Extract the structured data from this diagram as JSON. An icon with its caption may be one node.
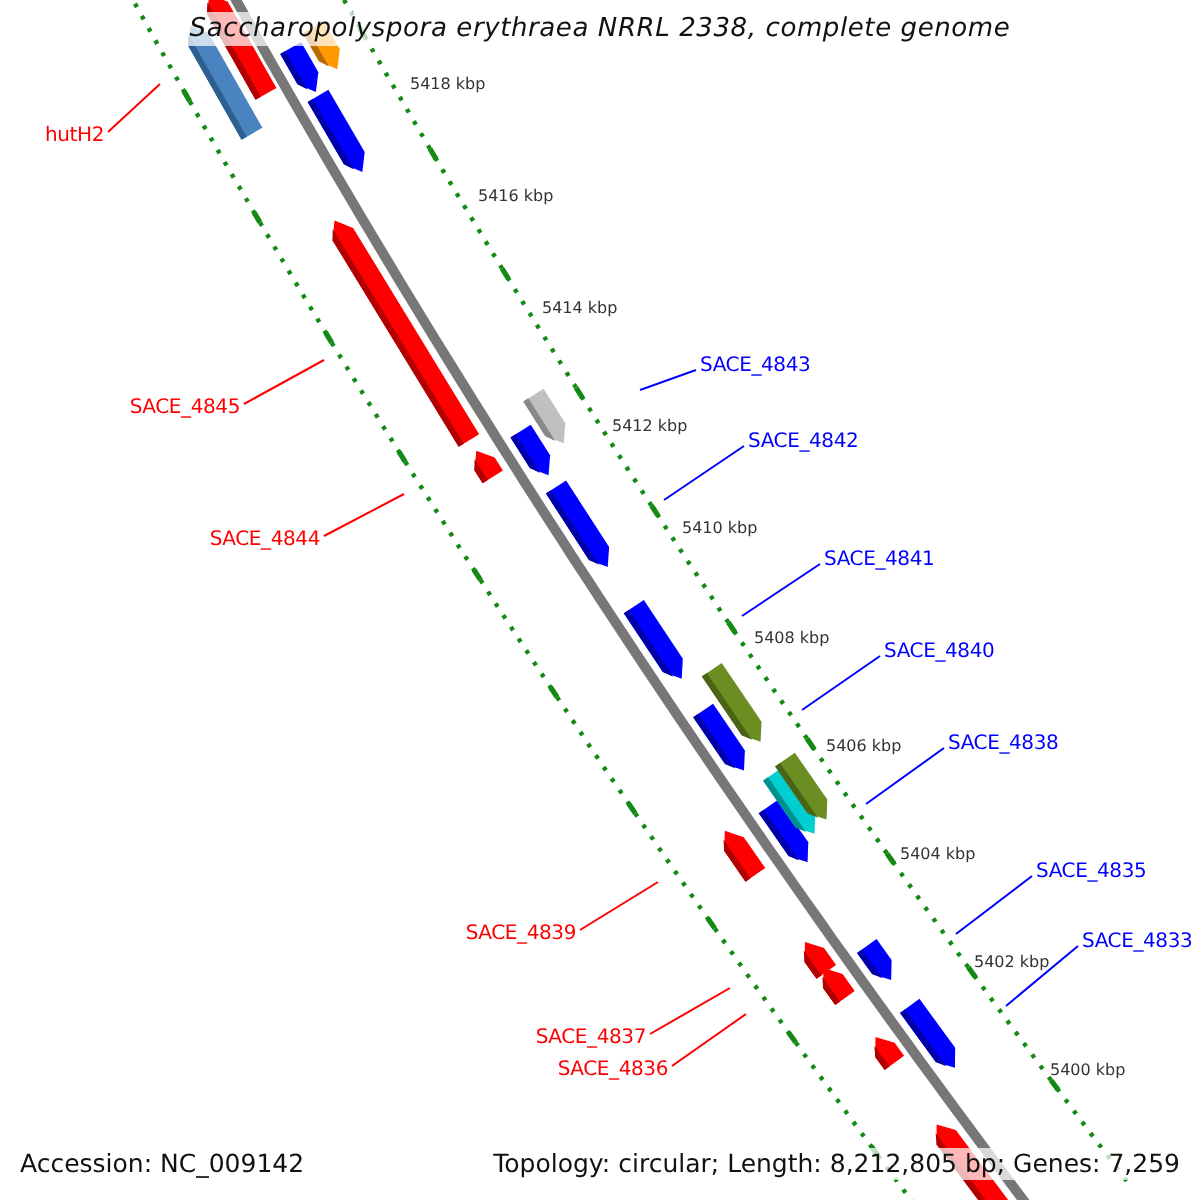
{
  "diagram": {
    "title": "Saccharopolyspora erythraea NRRL 2338, complete genome",
    "nodes": [
      {
        "text": [
          "hutH2"
        ]
      },
      {
        "text": [
          "SACE_4845"
        ]
      },
      {
        "text": [
          "SACE_4844"
        ]
      },
      {
        "text": [
          "SACE_4843"
        ]
      },
      {
        "text": [
          "SACE_4842"
        ]
      },
      {
        "text": [
          "SACE_4841"
        ]
      },
      {
        "text": [
          "SACE_4840"
        ]
      },
      {
        "text": [
          "SACE_4838"
        ]
      },
      {
        "text": [
          "SACE_4835"
        ]
      },
      {
        "text": [
          "SACE_4833"
        ]
      },
      {
        "text": [
          "SACE_4839"
        ]
      },
      {
        "text": [
          "SACE_4837"
        ]
      },
      {
        "text": [
          "SACE_4836"
        ]
      }
    ],
    "edges": [
      {
        "from": 0,
        "to": null,
        "arrow": "none",
        "color": "#ff0000"
      },
      {
        "from": 1,
        "to": null,
        "arrow": "none",
        "color": "#ff0000"
      },
      {
        "from": 2,
        "to": null,
        "arrow": "none",
        "color": "#ff0000"
      },
      {
        "from": 3,
        "to": null,
        "arrow": "none"
      },
      {
        "from": 4,
        "to": null,
        "arrow": "none"
      },
      {
        "from": 5,
        "to": null,
        "arrow": "none"
      },
      {
        "from": 6,
        "to": null,
        "arrow": "none"
      },
      {
        "from": 7,
        "to": null,
        "arrow": "none"
      },
      {
        "from": 8,
        "to": null,
        "arrow": "none"
      },
      {
        "from": 9,
        "to": null,
        "arrow": "none"
      },
      {
        "from": 10,
        "to": null,
        "arrow": "none",
        "color": "#ff0000"
      },
      {
        "from": 11,
        "to": null,
        "arrow": "none",
        "color": "#ff0000"
      },
      {
        "from": 12,
        "to": null,
        "arrow": "none",
        "color": "#ff0000"
      }
    ],
    "labels": [
      "5418 kbp",
      "5416 kbp",
      "5414 kbp",
      "5412 kbp",
      "5410 kbp",
      "5408 kbp",
      "5406 kbp",
      "5404 kbp",
      "5402 kbp",
      "5400 kbp",
      "Accession: NC_009142",
      "Topology: circular; Length: 8,212,805 bp; Genes: 7,259"
    ]
  }
}
